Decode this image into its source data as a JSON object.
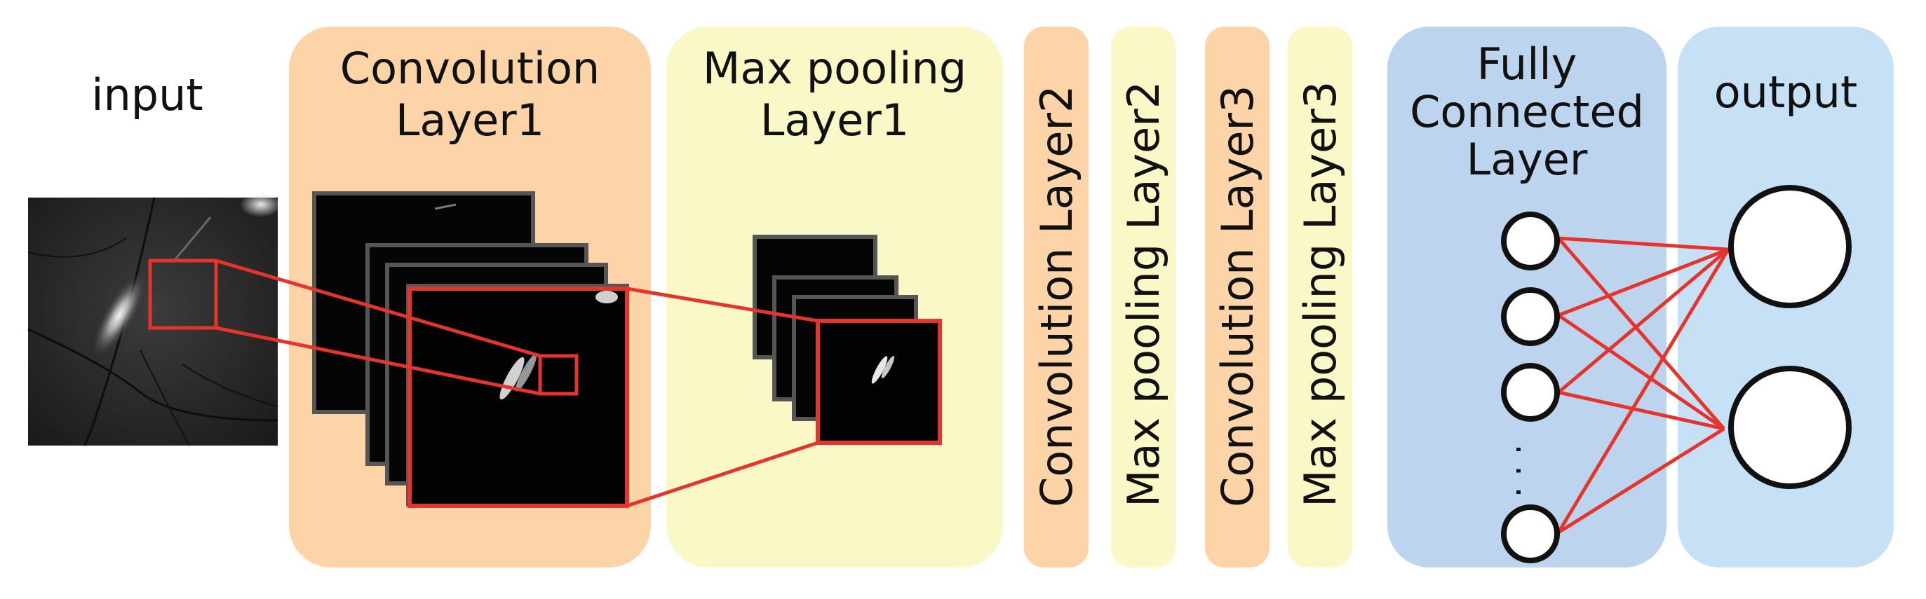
{
  "labels": {
    "input": "input",
    "conv1_line1": "Convolution",
    "conv1_line2": "Layer1",
    "pool1_line1": "Max pooling",
    "pool1_line2": "Layer1",
    "conv2": "Convolution Layer2",
    "pool2": "Max pooling Layer2",
    "conv3": "Convolution Layer3",
    "pool3": "Max pooling Layer3",
    "fc_line1": "Fully",
    "fc_line2": "Connected",
    "fc_line3": "Layer",
    "output": "output",
    "ellipsis": "· · ·"
  },
  "colors": {
    "conv": "#fdd3a8",
    "pool": "#fbf8c8",
    "fc": "#bcd4ee",
    "out": "#c6e0f5",
    "highlight": "#e5342b",
    "node": "#111111",
    "map_border": "#555555"
  }
}
